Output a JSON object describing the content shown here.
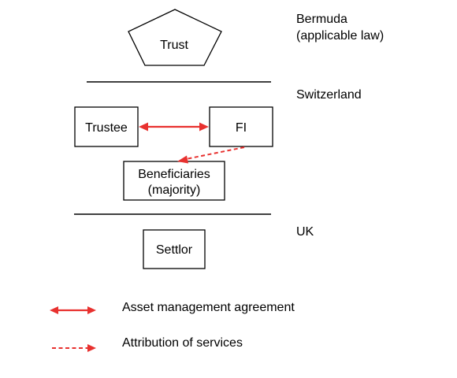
{
  "nodes": {
    "trust": "Trust",
    "trustee": "Trustee",
    "fi": "FI",
    "beneficiaries_line1": "Beneficiaries",
    "beneficiaries_line2": "(majority)",
    "settlor": "Settlor"
  },
  "jurisdictions": {
    "bermuda_line1": "Bermuda",
    "bermuda_line2": "(applicable law)",
    "switzerland": "Switzerland",
    "uk": "UK"
  },
  "legend": {
    "solid_label": "Asset management agreement",
    "dashed_label": "Attribution of services"
  },
  "colors": {
    "arrow": "#e8312f"
  }
}
